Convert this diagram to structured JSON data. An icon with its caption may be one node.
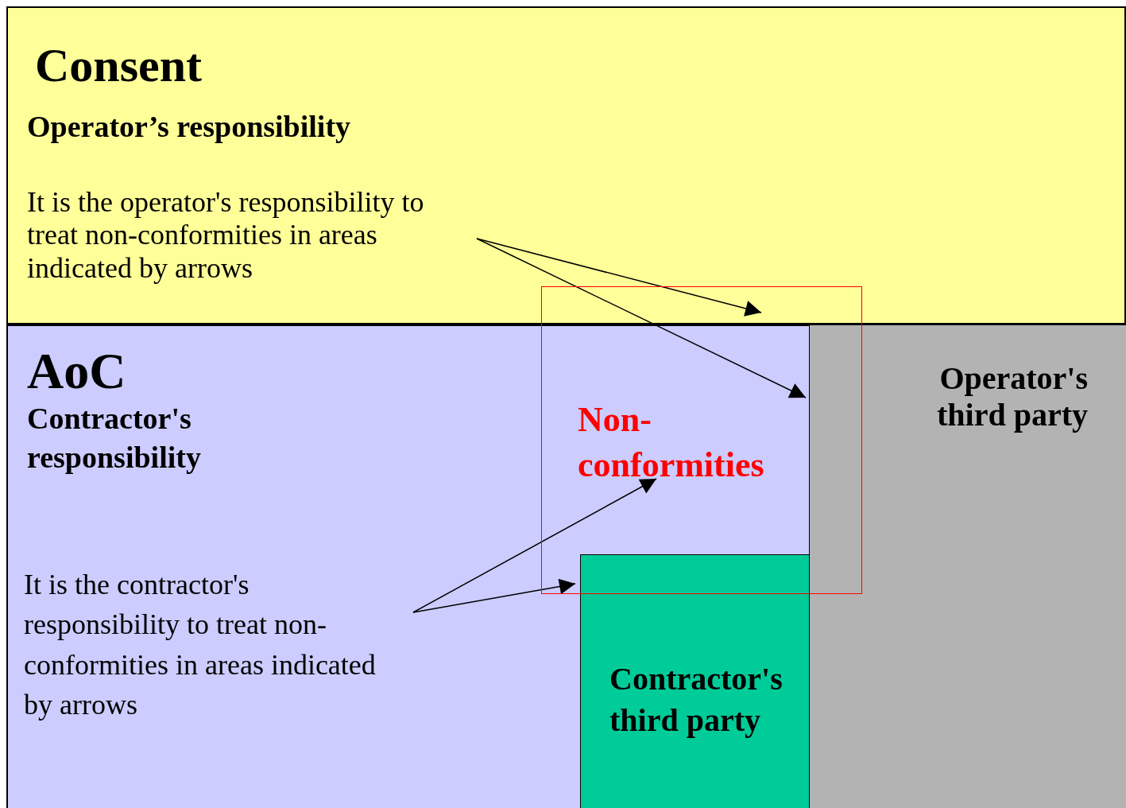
{
  "diagram": {
    "nodes": [
      {
        "text": [
          "Consent",
          "Operator’s responsibility"
        ]
      },
      {
        "text": [
          "It is the operator's responsibility to treat non-conformities in areas indicated by arrows"
        ],
        "in": 0
      },
      {
        "text": [
          "AoC",
          "Contractor's responsibility"
        ]
      },
      {
        "text": [
          "It is the  contractor's responsibility to treat non-conformities in areas indicated by arrows"
        ],
        "in": 2
      },
      {
        "text": [
          "Contractor's third party"
        ],
        "in": 2
      },
      {
        "text": [
          "Operator's third party"
        ]
      },
      {
        "text": [
          "Non-conformities"
        ]
      }
    ],
    "edges": [
      {
        "from": 1,
        "to": 6,
        "arrow": "to"
      },
      {
        "from": 1,
        "to": 6,
        "arrow": "to"
      },
      {
        "from": 3,
        "to": 6,
        "arrow": "to"
      },
      {
        "from": 3,
        "to": 6,
        "arrow": "to"
      }
    ]
  }
}
